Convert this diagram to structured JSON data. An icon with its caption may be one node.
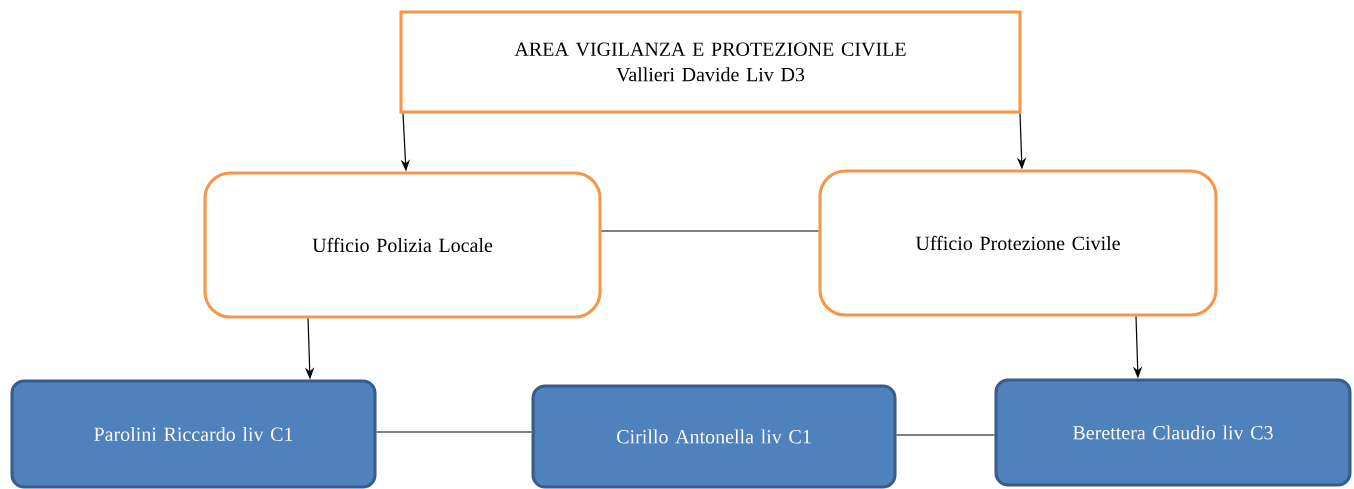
{
  "diagram": {
    "nodes": [
      {
        "text": [
          "AREA VIGILANZA E PROTEZIONE CIVILE",
          "Vallieri Davide Liv D3"
        ]
      },
      {
        "text": [
          "Ufficio Polizia Locale"
        ]
      },
      {
        "text": [
          "Ufficio Protezione Civile"
        ]
      },
      {
        "text": [
          "Parolini Riccardo liv C1"
        ]
      },
      {
        "text": [
          "Cirillo Antonella liv C1"
        ]
      },
      {
        "text": [
          "Berettera Claudio liv C3"
        ]
      }
    ],
    "edges": [
      {
        "from": 0,
        "to": 1,
        "arrow": "to"
      },
      {
        "from": 0,
        "to": 2,
        "arrow": "to"
      },
      {
        "from": 1,
        "to": 2,
        "arrow": "none"
      },
      {
        "from": 1,
        "to": 3,
        "arrow": "to"
      },
      {
        "from": 2,
        "to": 5,
        "arrow": "to"
      },
      {
        "from": 3,
        "to": 4,
        "arrow": "none"
      },
      {
        "from": 4,
        "to": 5,
        "arrow": "none"
      }
    ]
  }
}
